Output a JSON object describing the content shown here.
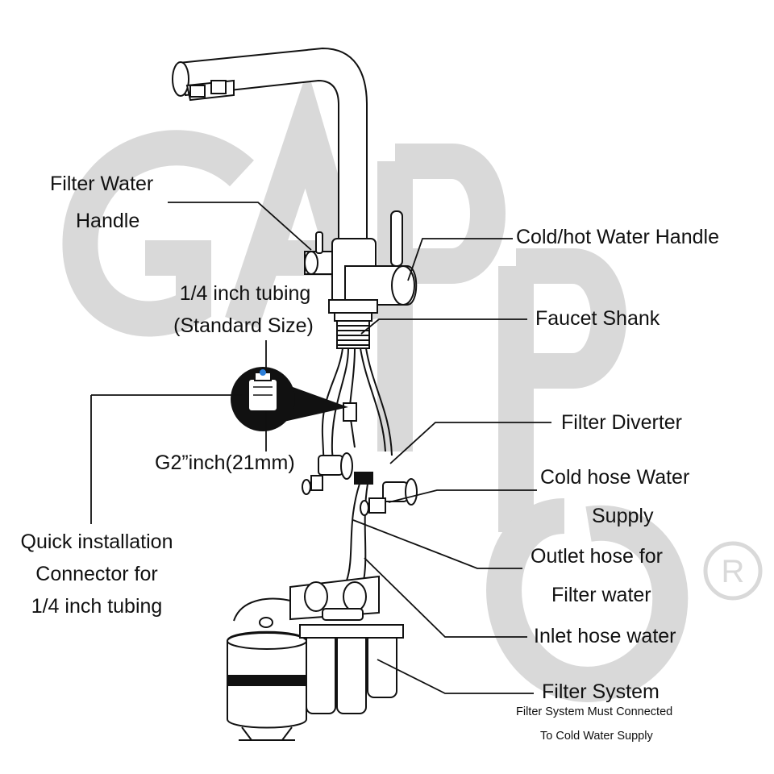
{
  "labels": {
    "filter_water_handle_1": "Filter Water",
    "filter_water_handle_2": "Handle",
    "tubing_1": "1/4 inch tubing",
    "tubing_2": "(Standard Size)",
    "g2": "G2”inch(21mm)",
    "quick_1": "Quick installation",
    "quick_2": "Connector for",
    "quick_3": "1/4 inch tubing",
    "cold_hot_handle": "Cold/hot Water Handle",
    "faucet_shank": "Faucet Shank",
    "filter_diverter": "Filter Diverter",
    "cold_hose_1": "Cold hose Water",
    "cold_hose_2": "Supply",
    "outlet_1": "Outlet hose for",
    "outlet_2": "Filter water",
    "inlet": "Inlet hose water",
    "filter_system": "Filter System",
    "filter_note_1": "Filter System Must Connected",
    "filter_note_2": "To Cold Water Supply"
  },
  "colors": {
    "line": "#111111",
    "watermark": "#d9d9d9",
    "text": "#111111"
  },
  "icons": {
    "registered": "registered-trademark-icon"
  }
}
